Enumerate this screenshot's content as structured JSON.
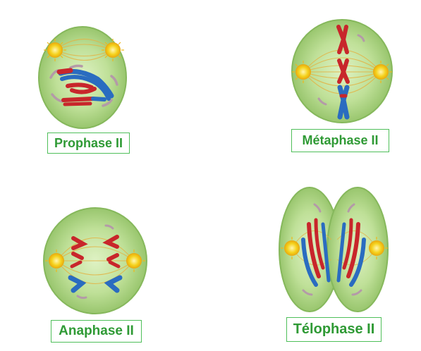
{
  "phases": {
    "prophase": "Prophase II",
    "metaphase": "Métaphase II",
    "anaphase": "Anaphase II",
    "telophase": "Télophase II"
  },
  "colors": {
    "cell_fill": "#b6d98c",
    "cell_center": "#d7eeb6",
    "cell_edge": "#7fb457",
    "centrosome": "#f5d21c",
    "spindle": "#e0b84a",
    "chromatid_red": "#c8262b",
    "chromatid_blue": "#2a6cc0",
    "label_border": "#4fbf5a",
    "label_text": "#2f9a35"
  }
}
